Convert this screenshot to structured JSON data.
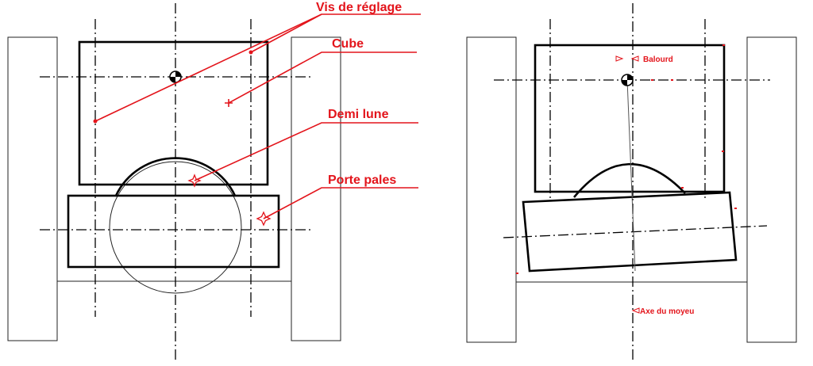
{
  "left_view": {
    "labels": {
      "adjusting_screw": "Vis de réglage",
      "cube": "Cube",
      "half_moon": "Demi lune",
      "blade_holder": "Porte pales"
    }
  },
  "right_view": {
    "labels": {
      "unbalance": "Balourd",
      "hub_axis": "Axe du moyeu"
    }
  },
  "colors": {
    "annotation": "#e3141b",
    "line": "#000000",
    "background": "#ffffff"
  }
}
